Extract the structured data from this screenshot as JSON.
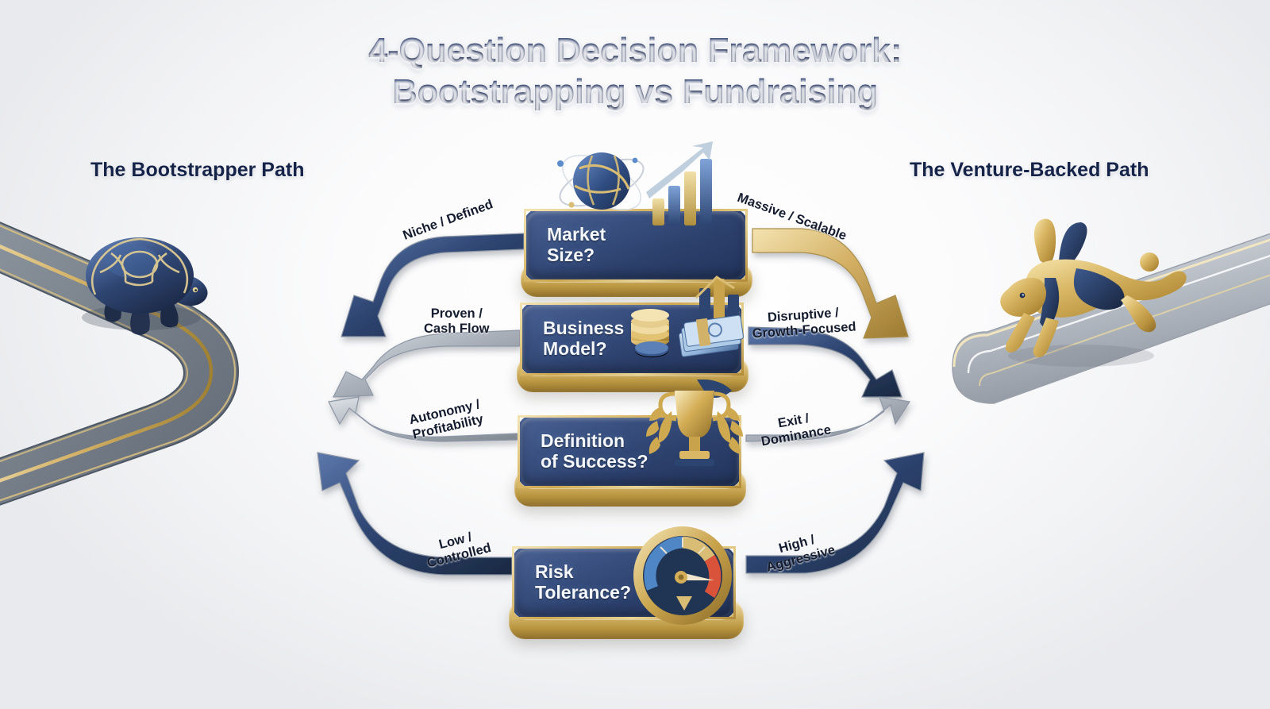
{
  "title": {
    "line1": "4-Question Decision Framework:",
    "line2": "Bootstrapping vs Fundraising"
  },
  "colors": {
    "navy": "#233a66",
    "deep_navy": "#152348",
    "gold": "#c9a24d",
    "light_gold": "#e8d18a",
    "silver": "#9aa2ab",
    "background": "#f2f3f5",
    "node_text": "#f4f7fb"
  },
  "paths": {
    "left": {
      "label": "The Bootstrapper Path",
      "mascot": "turtle-icon"
    },
    "right": {
      "label": "The Venture-Backed Path",
      "mascot": "rabbit-icon"
    }
  },
  "questions": [
    {
      "id": "market-size",
      "label": "Market Size?",
      "icon": "globe-growth-chart-icon",
      "left_answer": "Niche / Defined",
      "right_answer": "Massive / Scalable",
      "left_arrow_color": "#2e4572",
      "right_arrow_color": "#c9a24d"
    },
    {
      "id": "business-model",
      "label": "Business\nModel?",
      "icon": "coins-cash-icon",
      "left_answer": "Proven /\nCash Flow",
      "right_answer": "Disruptive /\nGrowth-Focused",
      "left_arrow_color": "#9aa2ab",
      "right_arrow_color": "#2e4572"
    },
    {
      "id": "definition-of-success",
      "label": "Definition\nof Success?",
      "icon": "trophy-laurel-icon",
      "left_answer": "Autonomy /\nProfitability",
      "right_answer": "Exit /\nDominance",
      "left_arrow_color": "#9aa2ab",
      "right_arrow_color": "#9aa2ab"
    },
    {
      "id": "risk-tolerance",
      "label": "Risk\nTolerance?",
      "icon": "risk-gauge-icon",
      "left_answer": "Low /\nControlled",
      "right_answer": "High /\nAggressive",
      "left_arrow_color": "#2e4572",
      "right_arrow_color": "#2e4572"
    }
  ]
}
